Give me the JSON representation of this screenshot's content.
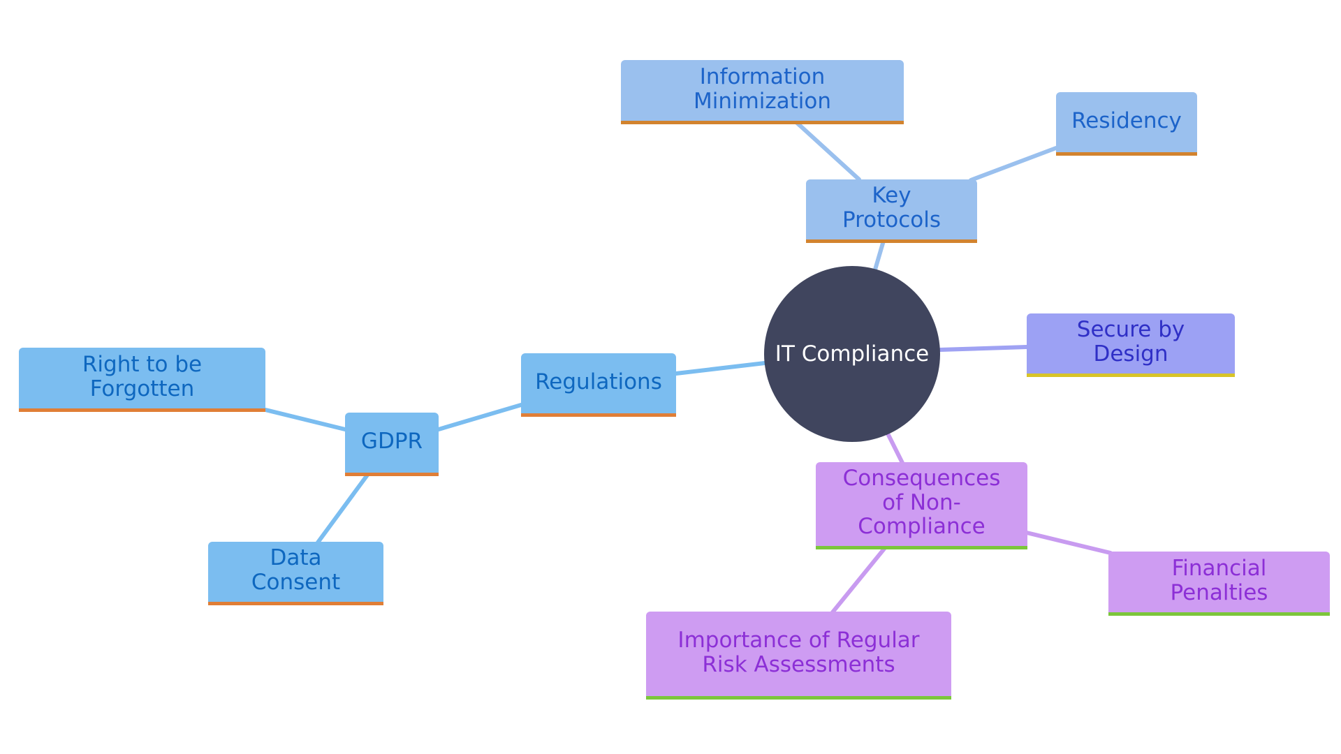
{
  "diagram": {
    "center": {
      "label": "IT Compliance"
    },
    "nodes": [
      {
        "id": "key-protocols",
        "label": "Key Protocols",
        "parent": "center"
      },
      {
        "id": "information-minimization",
        "label": "Information Minimization",
        "parent": "key-protocols"
      },
      {
        "id": "residency",
        "label": "Residency",
        "parent": "key-protocols"
      },
      {
        "id": "regulations",
        "label": "Regulations",
        "parent": "center"
      },
      {
        "id": "gdpr",
        "label": "GDPR",
        "parent": "regulations"
      },
      {
        "id": "right-to-be-forgotten",
        "label": "Right to be Forgotten",
        "parent": "gdpr"
      },
      {
        "id": "data-consent",
        "label": "Data Consent",
        "parent": "gdpr"
      },
      {
        "id": "secure-by-design",
        "label": "Secure by Design",
        "parent": "center"
      },
      {
        "id": "consequences",
        "label": "Consequences of Non-Compliance",
        "parent": "center"
      },
      {
        "id": "financial-penalties",
        "label": "Financial Penalties",
        "parent": "consequences"
      },
      {
        "id": "risk-assessments",
        "label": "Importance of Regular Risk Assessments",
        "parent": "consequences"
      }
    ]
  },
  "colors": {
    "center_fill": "#40455e",
    "key_protocols_branch": "#9ac0ee",
    "regulations_branch": "#7bbdf0",
    "secure_branch": "#9ca1f4",
    "consequences_branch": "#ce9cf2"
  }
}
